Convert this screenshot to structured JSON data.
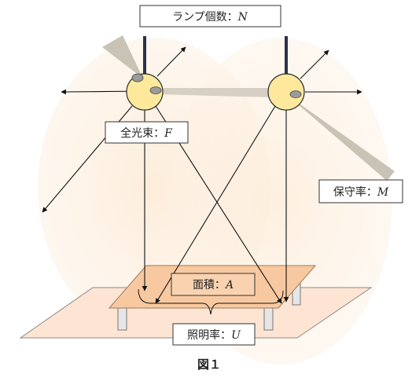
{
  "labels": {
    "lamp_count": {
      "text": "ランプ個数：",
      "var": "N"
    },
    "luminous_flux": {
      "text": "全光束：",
      "var": "F"
    },
    "maintenance_factor": {
      "text": "保守率：",
      "var": "M"
    },
    "area": {
      "text": "面積：",
      "var": "A"
    },
    "utilization_factor": {
      "text": "照明率：",
      "var": "U"
    }
  },
  "caption": "図１",
  "colors": {
    "glow": "#fdeedd",
    "lamp": "#fce79a",
    "lamp_stroke": "#2a2a2a",
    "floor": "#fde7d8",
    "table_top": "#f8c79a",
    "beam": "#c8c2b5"
  }
}
